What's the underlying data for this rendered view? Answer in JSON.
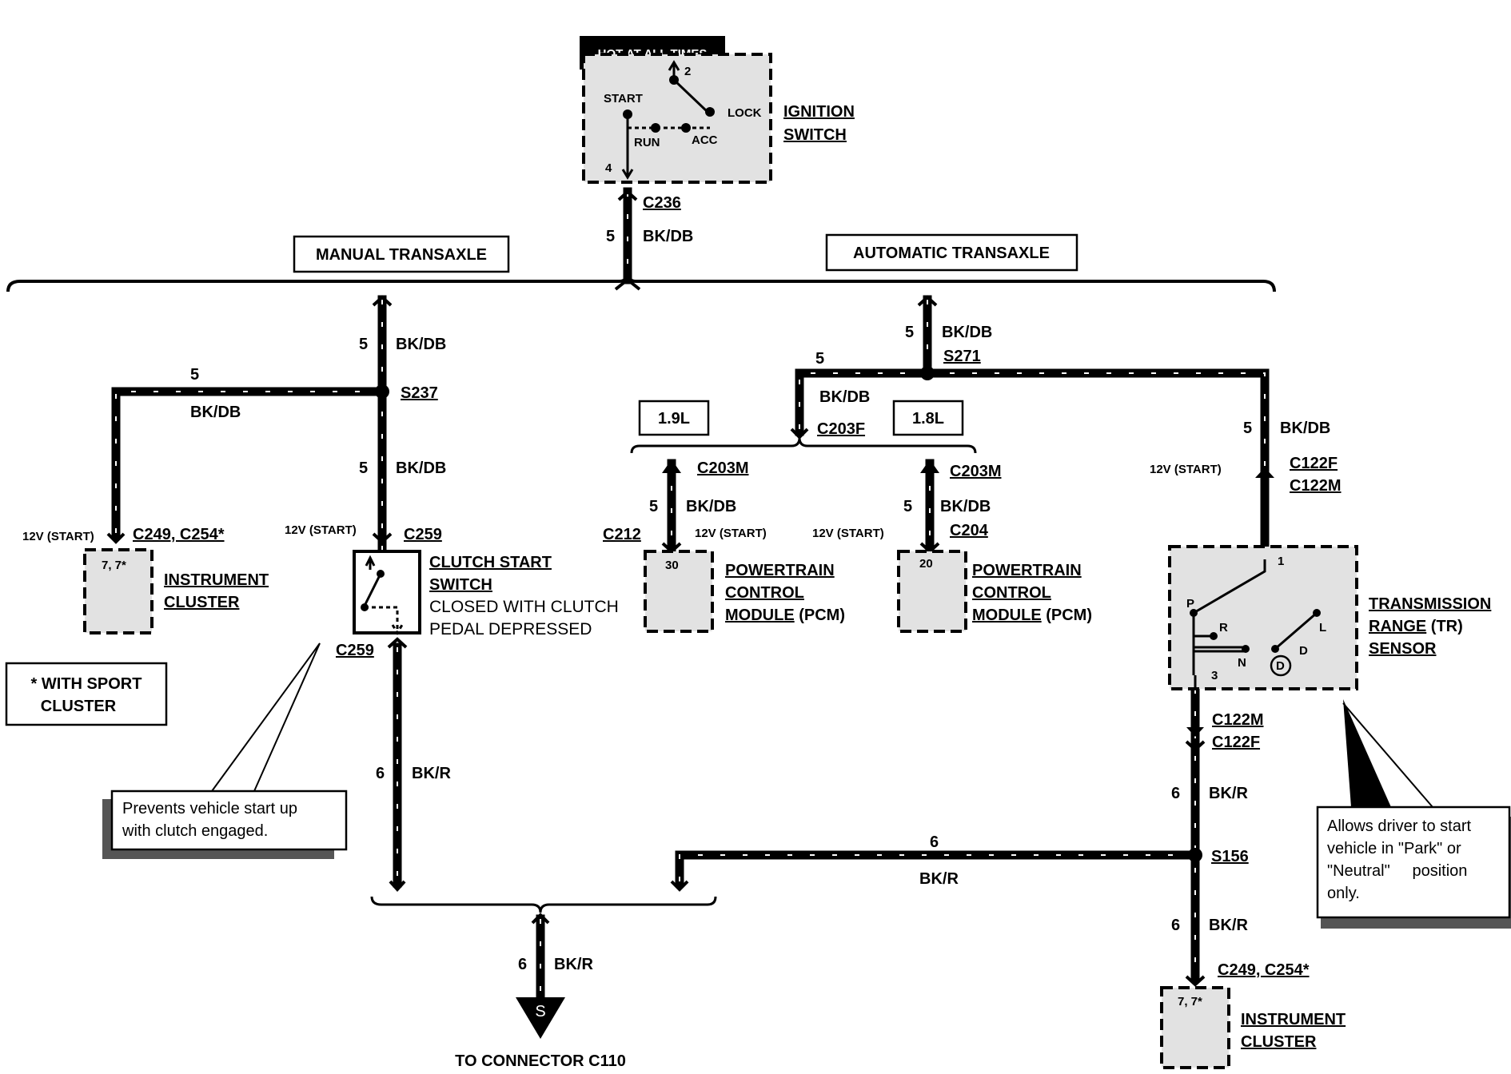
{
  "hot_label": "HOT AT ALL TIMES",
  "ignition": {
    "name_line1": "IGNITION",
    "name_line2": "SWITCH",
    "start": "START",
    "run": "RUN",
    "acc": "ACC",
    "lock": "LOCK",
    "pin_top": "2",
    "pin_bottom": "4"
  },
  "connectors": {
    "c236": "C236",
    "c203f": "C203F",
    "c203m": "C203M",
    "c212": "C212",
    "c204": "C204",
    "c259": "C259",
    "c249_c254": "C249, C254*",
    "c122f": "C122F",
    "c122m": "C122M",
    "to_connector": "TO CONNECTOR C110"
  },
  "splices": {
    "s237": "S237",
    "s271": "S271",
    "s156": "S156"
  },
  "circuit": {
    "bkdb_num": "5",
    "bkdb_color": "BK/DB",
    "bkr_num": "6",
    "bkr_color": "BK/R"
  },
  "groups": {
    "manual": "MANUAL TRANSAXLE",
    "automatic": "AUTOMATIC TRANSAXLE",
    "engine_19": "1.9L",
    "engine_18": "1.8L"
  },
  "notes": {
    "v12_start": "12V (START)",
    "sport_line1": "* WITH SPORT",
    "sport_line2": "CLUSTER",
    "clutch_note_line1": "Prevents vehicle start up",
    "clutch_note_line2": "with clutch engaged.",
    "tr_note_line1": "Allows driver to start",
    "tr_note_line2": "vehicle in \"Park\" or",
    "tr_note_line3": "\"Neutral\"     position",
    "tr_note_line4": "only."
  },
  "components": {
    "cluster_pin": "7, 7*",
    "cluster_line1": "INSTRUMENT",
    "cluster_line2": "CLUSTER",
    "clutch_line1": "CLUTCH START",
    "clutch_line2": "SWITCH",
    "clutch_line3": "CLOSED WITH CLUTCH",
    "clutch_line4": "PEDAL DEPRESSED",
    "pcm_pin_19": "30",
    "pcm_pin_18": "20",
    "pcm_line1": "POWERTRAIN",
    "pcm_line2": "CONTROL",
    "pcm_line3": "MODULE",
    "pcm_suffix": "(PCM)",
    "tr_line1": "TRANSMISSION",
    "tr_line2": "RANGE",
    "tr_suffix": "(TR)",
    "tr_line3": "SENSOR",
    "tr_pin1": "1",
    "tr_pin3": "3",
    "tr_p": "P",
    "tr_r": "R",
    "tr_n": "N",
    "tr_d": "D",
    "tr_l": "L",
    "tr_circle_d": "D",
    "ground_symbol": "S"
  }
}
